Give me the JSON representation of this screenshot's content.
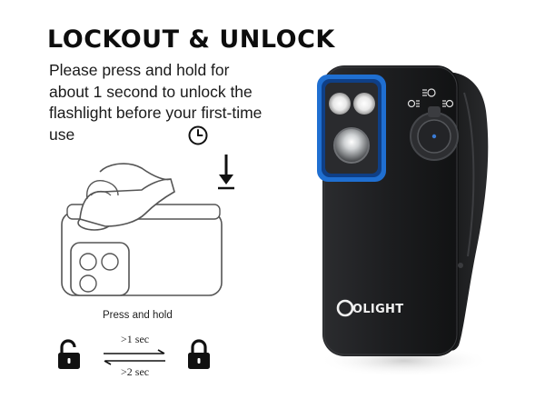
{
  "heading": "LOCKOUT & UNLOCK",
  "description": "Please press and hold for about 1 second to unlock the flashlight before your first-time use",
  "illustration": {
    "press_label": "Press and hold",
    "lock_to_unlock_time": ">1 sec",
    "unlock_to_lock_time": ">2 sec",
    "icons": [
      "clock-icon",
      "down-arrow-icon",
      "unlocked-padlock-icon",
      "locked-padlock-icon"
    ]
  },
  "product": {
    "brand": "OLIGHT",
    "accent_color": "#1f6fd1",
    "body_color": "#1f2022"
  }
}
